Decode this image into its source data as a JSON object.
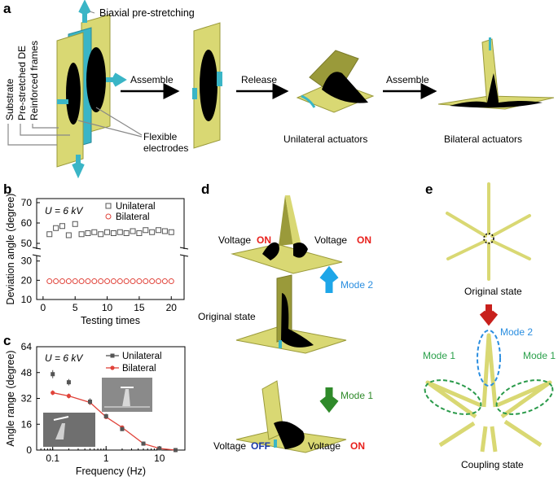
{
  "colors": {
    "yellow": "#d9d873",
    "yellow_dark": "#9a9a3a",
    "cyan": "#3ab5c6",
    "black": "#000000",
    "arrow_blue": "#1ea6e8",
    "arrow_red": "#c8201c",
    "arrow_green": "#2f8a2a",
    "unilateral": "#555555",
    "bilateral": "#e0433a",
    "on_red": "#e8201c",
    "off_blue": "#1a3aa8",
    "mode1_green": "#2aa04a",
    "mode2_blue": "#2a8ee0",
    "ellipse_green": "#2a9a4a",
    "ellipse_blue": "#2a8ee0"
  },
  "panels": {
    "a": {
      "letter": "a",
      "labels": {
        "substrate": "Substrate",
        "prestretched": "Pre-stretched DE",
        "frames": "Reinforced frames",
        "biaxial": "Biaxial pre-stretching",
        "electrodes": "Flexible electrodes",
        "assemble1": "Assemble",
        "release": "Release",
        "assemble2": "Assemble",
        "unilateral": "Unilateral actuators",
        "bilateral": "Bilateral actuators"
      }
    },
    "b": {
      "letter": "b"
    },
    "c": {
      "letter": "c"
    },
    "d": {
      "letter": "d",
      "labels": {
        "voltage_left_top": "Voltage",
        "on_left_top": "ON",
        "voltage_right_top": "Voltage",
        "on_right_top": "ON",
        "original": "Original state",
        "mode2": "Mode 2",
        "mode1": "Mode 1",
        "voltage_left_bot": "Voltage",
        "off_left_bot": "OFF",
        "voltage_right_bot": "Voltage",
        "on_right_bot": "ON"
      }
    },
    "e": {
      "letter": "e",
      "labels": {
        "original": "Original state",
        "mode2": "Mode 2",
        "mode1_left": "Mode 1",
        "mode1_right": "Mode 1",
        "coupling": "Coupling state"
      }
    }
  },
  "chart_data": [
    {
      "type": "scatter",
      "panel": "b",
      "annotation": "U = 6 kV",
      "xlabel": "Testing times",
      "ylabel": "Deviation angle (degree)",
      "xticks": [
        0,
        5,
        10,
        15,
        20
      ],
      "yticks_upper": [
        50,
        60,
        70
      ],
      "yticks_lower": [
        10,
        20,
        30
      ],
      "ylim_upper": [
        48,
        72
      ],
      "ylim_lower": [
        10,
        32
      ],
      "xlim": [
        -1,
        22
      ],
      "axis_break": true,
      "series": [
        {
          "name": "Unilateral",
          "marker": "square",
          "x": [
            1,
            2,
            3,
            4,
            5,
            6,
            7,
            8,
            9,
            10,
            11,
            12,
            13,
            14,
            15,
            16,
            17,
            18,
            19,
            20
          ],
          "values": [
            54.5,
            57.5,
            58.5,
            54,
            59.5,
            54.5,
            55,
            55.5,
            54.5,
            55.5,
            55,
            55.5,
            55,
            56,
            55,
            56.5,
            55.5,
            56.5,
            56,
            55.5
          ]
        },
        {
          "name": "Bilateral",
          "marker": "circle",
          "x": [
            1,
            2,
            3,
            4,
            5,
            6,
            7,
            8,
            9,
            10,
            11,
            12,
            13,
            14,
            15,
            16,
            17,
            18,
            19,
            20
          ],
          "values": [
            19.5,
            19.5,
            19.5,
            19.5,
            19.5,
            19.5,
            19.5,
            19.5,
            19.5,
            19.5,
            19.5,
            19.5,
            19.5,
            19.5,
            19.5,
            19.5,
            19.5,
            19.5,
            19.5,
            19.5
          ]
        }
      ]
    },
    {
      "type": "line",
      "panel": "c",
      "annotation": "U = 6 kV",
      "xlabel": "Frequency (Hz)",
      "ylabel": "Angle range (degree)",
      "xscale": "log",
      "xlim": [
        0.05,
        30
      ],
      "ylim": [
        0,
        64
      ],
      "xticks": [
        0.1,
        1,
        10
      ],
      "xtick_labels": [
        "0.1",
        "1",
        "10"
      ],
      "yticks": [
        0,
        16,
        32,
        48,
        64
      ],
      "series": [
        {
          "name": "Unilateral",
          "marker": "square",
          "x": [
            0.1,
            0.2,
            0.5,
            1,
            2,
            5,
            10,
            20
          ],
          "values": [
            47,
            42,
            30,
            21,
            13,
            4,
            1,
            0
          ],
          "err": [
            2.5,
            2,
            2,
            1.5,
            1.2,
            0.6,
            0.4,
            0.3
          ],
          "line": false
        },
        {
          "name": "Bilateral",
          "marker": "circle",
          "x": [
            0.1,
            0.2,
            0.5,
            1,
            2,
            5,
            10,
            20
          ],
          "values": [
            35.5,
            33.5,
            29.5,
            20.5,
            14,
            4,
            1,
            0
          ],
          "err": [
            1.5,
            1.5,
            1.5,
            1.2,
            1,
            0.5,
            0.3,
            0.2
          ],
          "line": true
        }
      ]
    }
  ]
}
